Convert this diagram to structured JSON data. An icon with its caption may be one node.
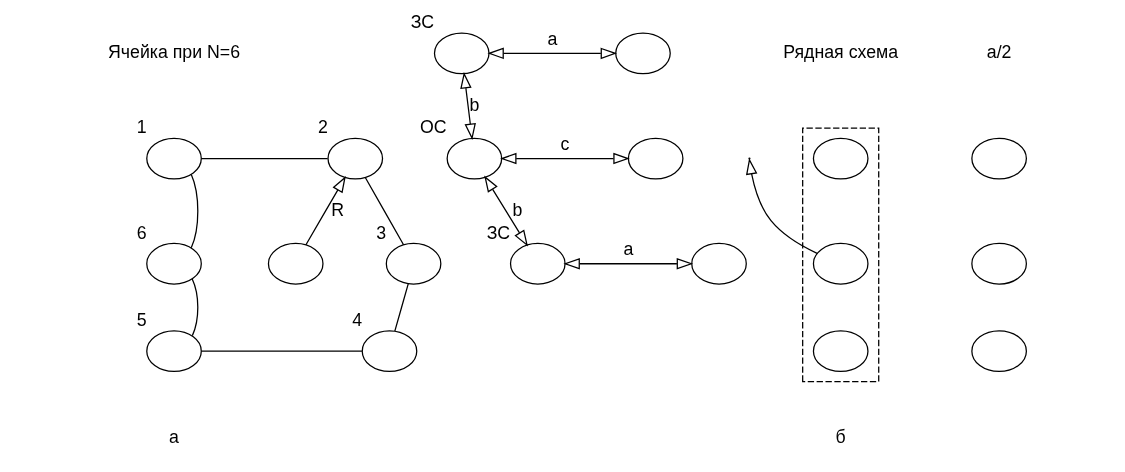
{
  "diagram": {
    "nodes": [
      {
        "text": [],
        "shape": "ellipse",
        "beside": [
          "1"
        ]
      },
      {
        "text": [],
        "shape": "ellipse",
        "beside": [
          "2"
        ]
      },
      {
        "text": [],
        "shape": "ellipse",
        "beside": [
          "3"
        ]
      },
      {
        "text": [],
        "shape": "ellipse",
        "beside": [
          "4"
        ]
      },
      {
        "text": [],
        "shape": "ellipse",
        "beside": [
          "5"
        ]
      },
      {
        "text": [],
        "shape": "ellipse",
        "beside": [
          "6"
        ]
      },
      {
        "text": [],
        "shape": "ellipse"
      },
      {
        "text": [],
        "shape": "ellipse",
        "beside": [
          "ЗС"
        ]
      },
      {
        "text": [],
        "shape": "ellipse"
      },
      {
        "text": [],
        "shape": "ellipse",
        "beside": [
          "ОС"
        ]
      },
      {
        "text": [],
        "shape": "ellipse"
      },
      {
        "text": [],
        "shape": "ellipse",
        "beside": [
          "ЗС"
        ]
      },
      {
        "text": [],
        "shape": "ellipse"
      },
      {
        "text": [],
        "shape": "box"
      },
      {
        "text": [],
        "shape": "ellipse",
        "in": 13
      },
      {
        "text": [],
        "shape": "ellipse",
        "in": 13
      },
      {
        "text": [],
        "shape": "ellipse",
        "in": 13
      },
      {
        "text": [],
        "shape": "ellipse"
      },
      {
        "text": [],
        "shape": "ellipse"
      },
      {
        "text": [],
        "shape": "ellipse"
      }
    ],
    "edges": [
      {
        "from": 0,
        "to": 1,
        "arrow": "none"
      },
      {
        "from": 1,
        "to": 2,
        "arrow": "none"
      },
      {
        "from": 2,
        "to": 3,
        "arrow": "none"
      },
      {
        "from": 4,
        "to": 3,
        "arrow": "none"
      },
      {
        "from": 5,
        "to": 4,
        "arrow": "none"
      },
      {
        "from": 0,
        "to": 5,
        "arrow": "none"
      },
      {
        "from": 6,
        "to": 1,
        "arrow": "to",
        "label": "R"
      },
      {
        "from": 7,
        "to": 8,
        "arrow": "both",
        "label": "a"
      },
      {
        "from": 7,
        "to": 9,
        "arrow": "both",
        "label": "b"
      },
      {
        "from": 9,
        "to": 10,
        "arrow": "both",
        "label": "c"
      },
      {
        "from": 9,
        "to": 11,
        "arrow": "both",
        "label": "b"
      },
      {
        "from": 11,
        "to": 12,
        "arrow": "both",
        "label": "a"
      },
      {
        "from": 15,
        "to": null,
        "arrow": "to"
      }
    ],
    "labels": [
      "Ячейка при N=6",
      "Рядная схема",
      "a/2",
      "а",
      "б"
    ]
  }
}
